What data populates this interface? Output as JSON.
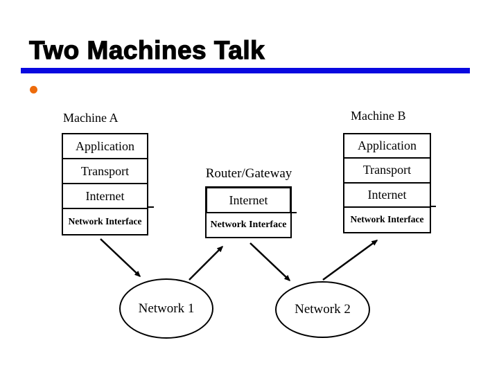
{
  "slide": {
    "title": "Two Machines Talk",
    "accent_color": "#0909E0",
    "bullet_color": "#ED6B0B"
  },
  "diagram": {
    "machine_a": {
      "label": "Machine A",
      "layers": [
        "Application",
        "Transport",
        "Internet",
        "Network Interface"
      ]
    },
    "machine_b": {
      "label": "Machine B",
      "layers": [
        "Application",
        "Transport",
        "Internet",
        "Network Interface"
      ]
    },
    "router": {
      "label": "Router/Gateway",
      "layers": [
        "Internet",
        "Network Interface"
      ]
    },
    "networks": [
      {
        "label": "Network 1"
      },
      {
        "label": "Network 2"
      }
    ]
  }
}
